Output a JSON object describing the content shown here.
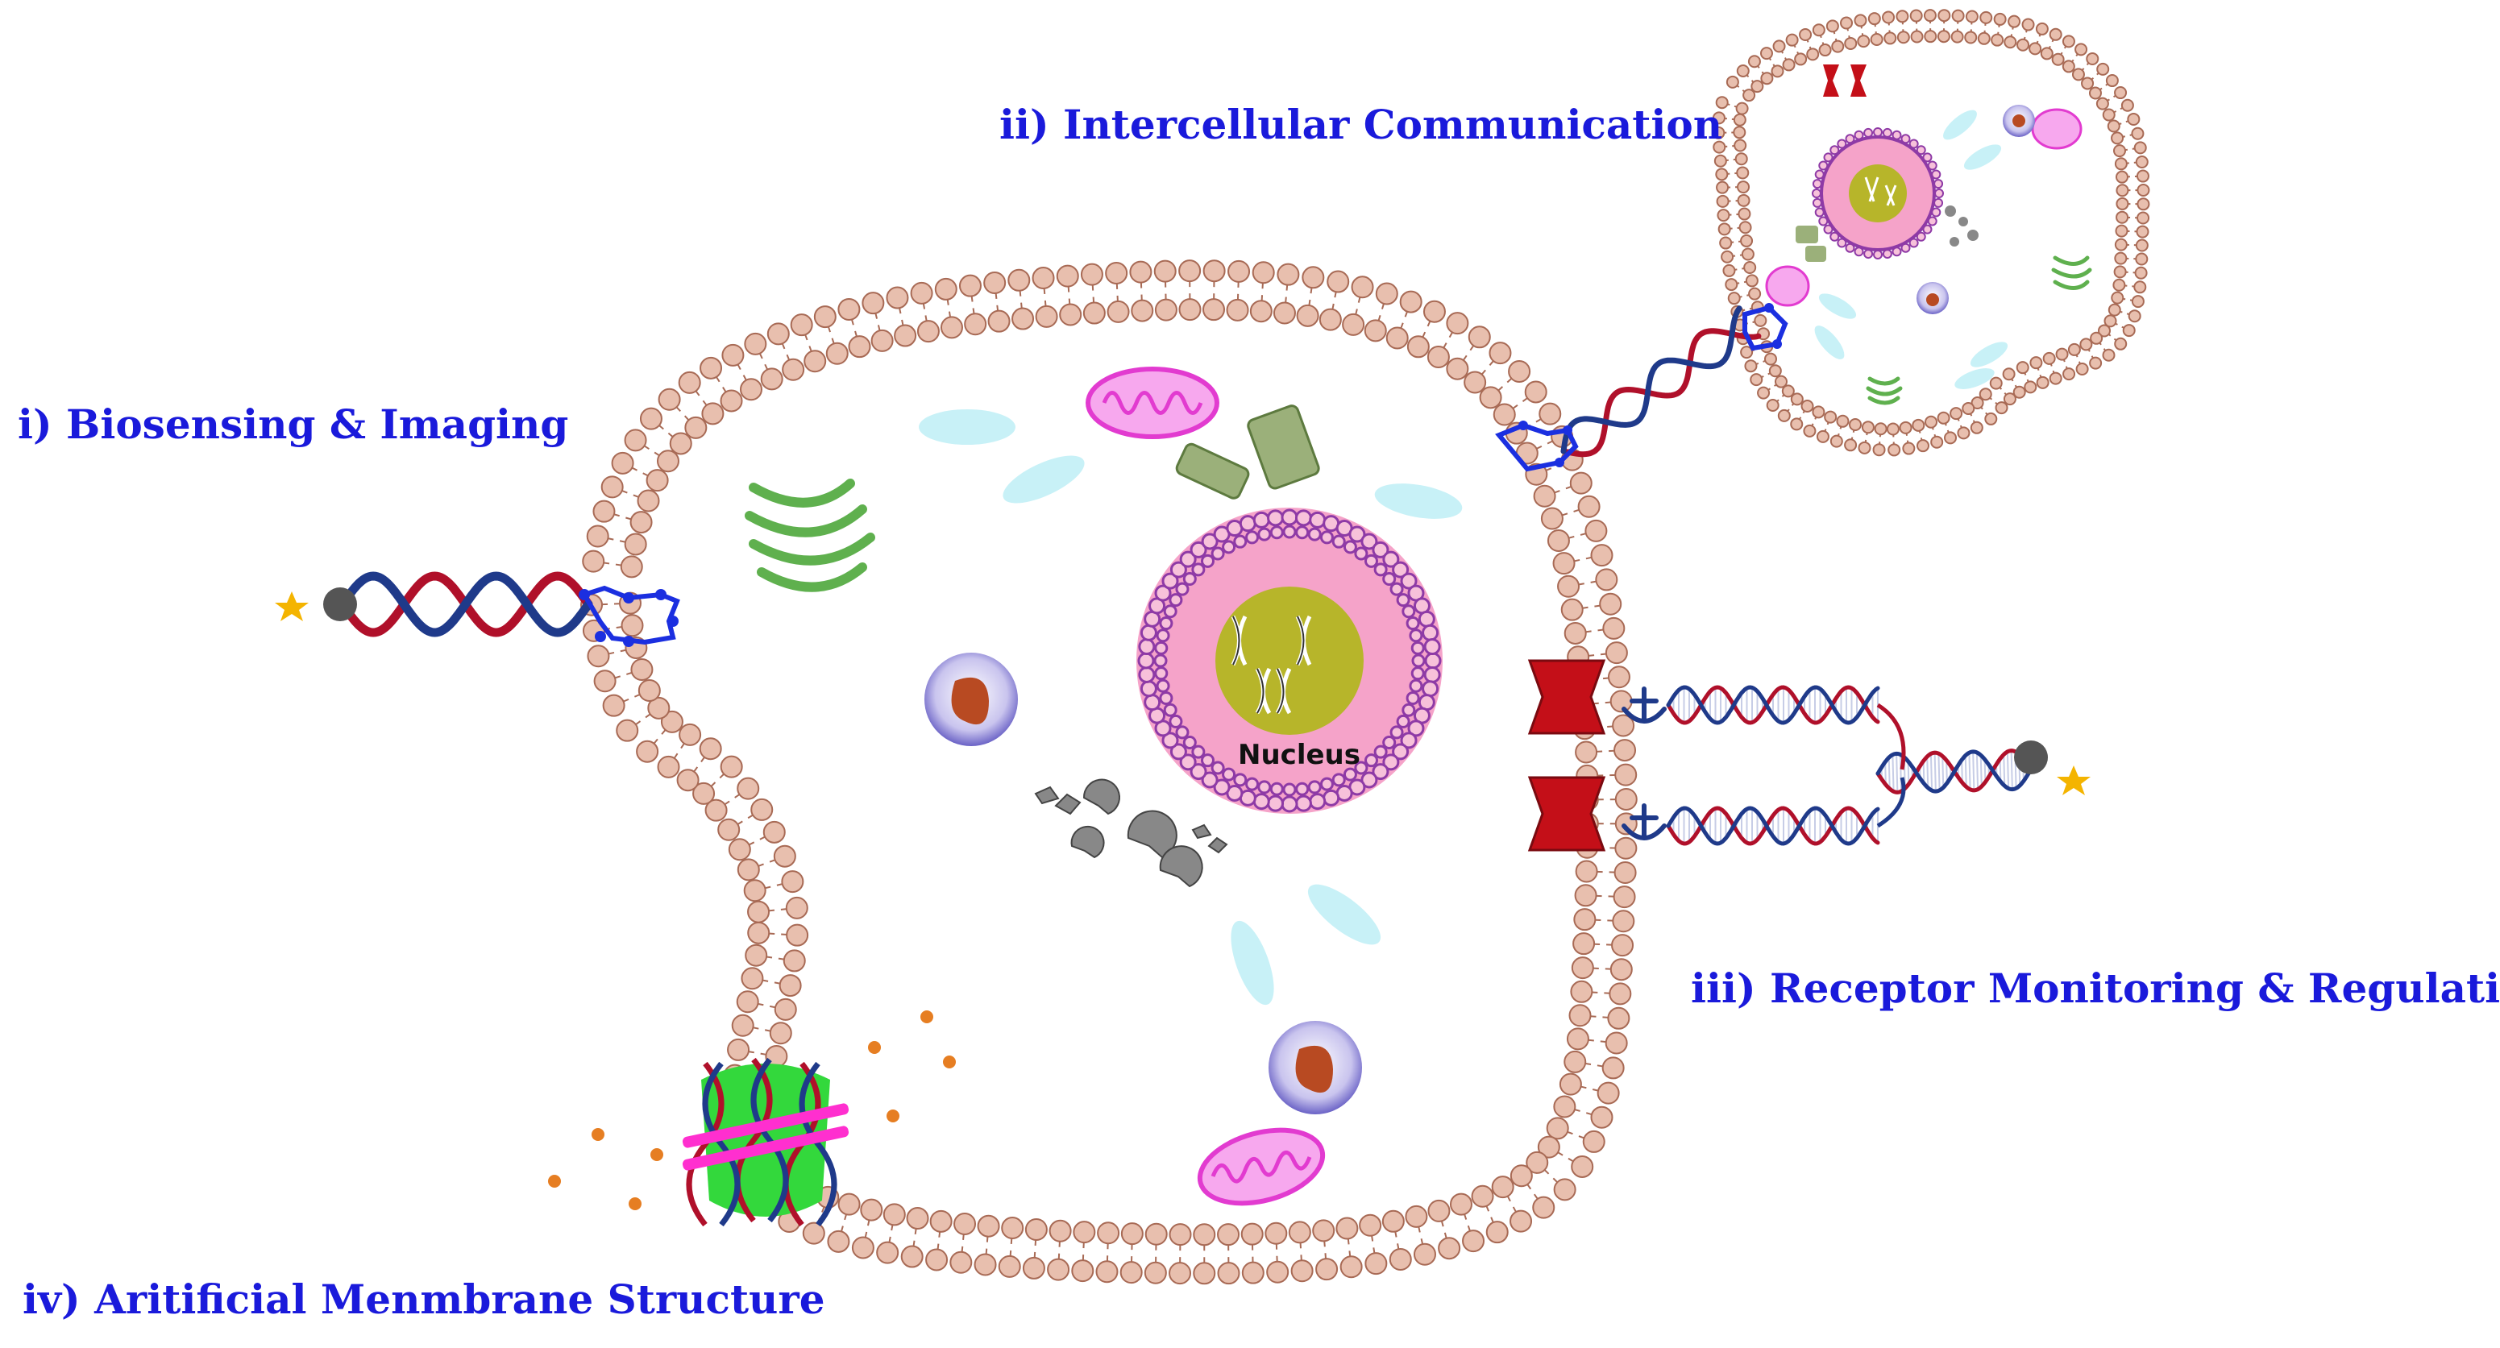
{
  "labels": {
    "biosensing": "i) Biosensing & Imaging",
    "intercellular": "ii) Intercellular Communication",
    "receptor": "iii) Receptor  Monitoring & Regulating",
    "artificial": "iv) Aritificial Menmbrane Structure"
  },
  "nucleus_label": "Nucleus",
  "colors": {
    "label_text": "#1a1adb",
    "lipid_head": "#e8bfae",
    "lipid_outline": "#a86a55",
    "dna_red": "#b0102a",
    "dna_blue": "#1f3a8a",
    "nucleus_pink": "#f5a3c9",
    "nucleus_core": "#b7b52a",
    "nuclear_envelope": "#8e3aa6",
    "mitochondria": "#e23bd0",
    "golgi": "#5fb04e",
    "vesicle": "#c8f1f7",
    "receptor": "#c40f18",
    "aptamer": "#1b2fe0",
    "fluorophore": "#f4b400",
    "quencher": "#555555",
    "ion_dot": "#e67e22"
  }
}
